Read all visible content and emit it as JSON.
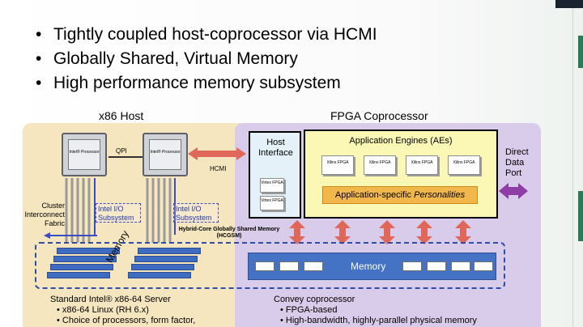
{
  "bullets": [
    "Tightly coupled host-coprocessor via HCMI",
    "Globally Shared, Virtual Memory",
    "High performance memory subsystem"
  ],
  "headings": {
    "host": "x86 Host",
    "fpga": "FPGA Coprocessor"
  },
  "host": {
    "chip_label": "Intel® Processor",
    "qpi": "QPI",
    "io_subsystem": "Intel I/O Subsystem",
    "cluster": "Cluster Interconnect Fabric",
    "memory": "Memory",
    "hcmi": "HCMI",
    "hcgsm": "Hybrid-Core Globally Shared Memory (HCGSM)"
  },
  "fpga": {
    "host_interface": "Host Interface",
    "small_chip": "Virtex FPGA",
    "app_engines": "Application Engines (AEs)",
    "ae_chip": "Xilinx FPGA",
    "personalities_prefix": "Application-specific ",
    "personalities_em": "Personalities",
    "direct_port": "Direct Data Port",
    "memory": "Memory"
  },
  "footer": {
    "host_title": "Standard Intel® x86-64 Server",
    "host_items": [
      "• x86-64 Linux (RH 6.x)",
      "• Choice of processors, form factor,"
    ],
    "fpga_title": "Convey coprocessor",
    "fpga_items": [
      "• FPGA-based",
      "• High-bandwidth, highly-parallel physical memory"
    ]
  },
  "colors": {
    "host_bg": "#f6e6c0",
    "fpga_bg": "#d9cbea",
    "arrow": "#e0685a",
    "memory": "#4472c4",
    "port_arrow": "#8e3fa6"
  }
}
